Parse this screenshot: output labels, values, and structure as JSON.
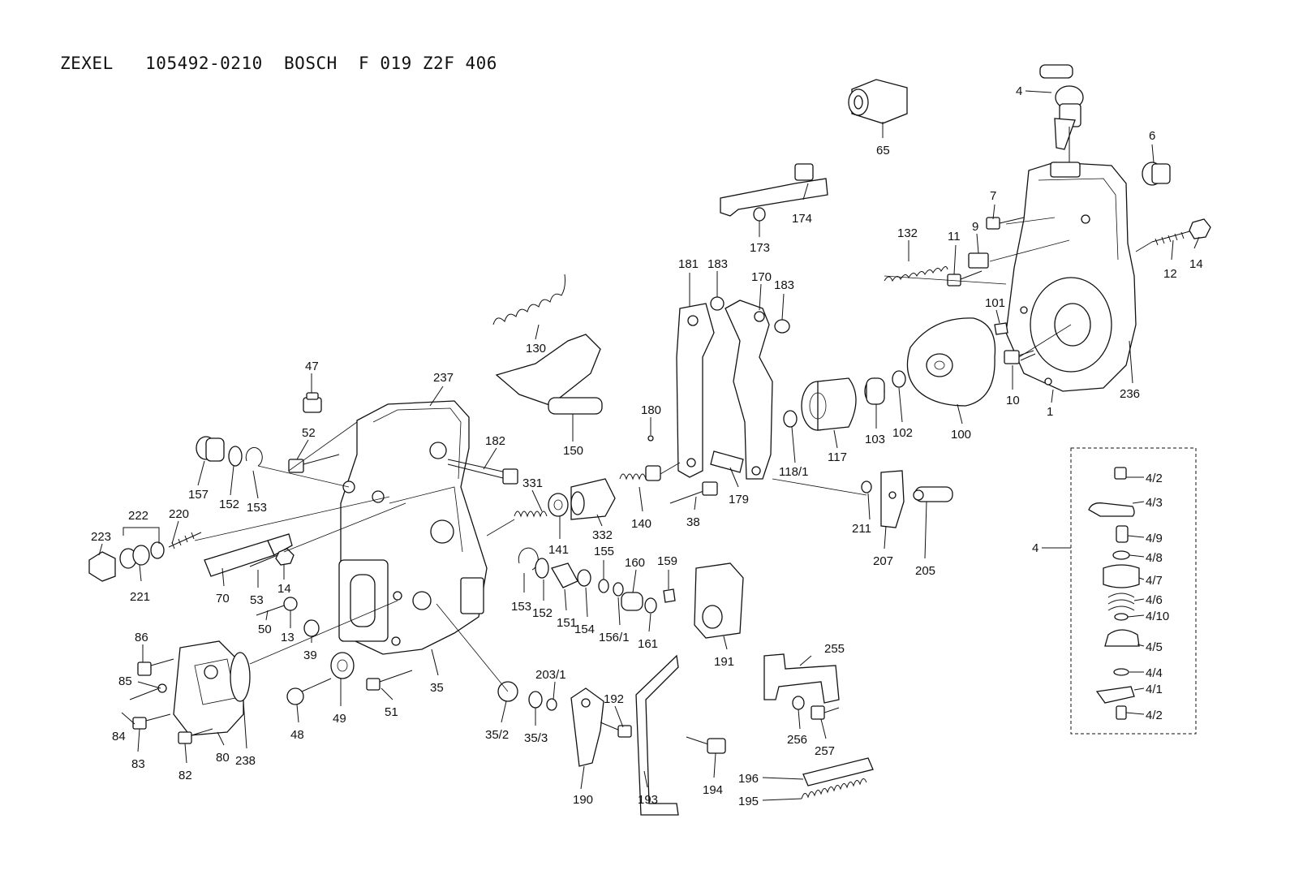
{
  "header": {
    "brand1": "ZEXEL",
    "part_number": "105492-0210",
    "brand2": "BOSCH",
    "ref_number": "F 019 Z2F 406"
  },
  "callouts": {
    "c4": "4",
    "c65": "65",
    "c6": "6",
    "c7": "7",
    "c9": "9",
    "c11": "11",
    "c12": "12",
    "c14a": "14",
    "c132": "132",
    "c101": "101",
    "c10": "10",
    "c236": "236",
    "c1": "1",
    "c100": "100",
    "c102": "102",
    "c103": "103",
    "c117": "117",
    "c118_1": "118/1",
    "c174": "174",
    "c173": "173",
    "c181": "181",
    "c183a": "183",
    "c170": "170",
    "c183b": "183",
    "c180": "180",
    "c179": "179",
    "c38": "38",
    "c130": "130",
    "c150": "150",
    "c182": "182",
    "c237": "237",
    "c47": "47",
    "c52": "52",
    "c157": "157",
    "c152a": "152",
    "c153a": "153",
    "c222": "222",
    "c220": "220",
    "c223": "223",
    "c221": "221",
    "c70": "70",
    "c53": "53",
    "c14b": "14",
    "c50": "50",
    "c13": "13",
    "c39": "39",
    "c331": "331",
    "c141": "141",
    "c332": "332",
    "c140": "140",
    "c211": "211",
    "c207": "207",
    "c205": "205",
    "c153b": "153",
    "c152b": "152",
    "c151": "151",
    "c154": "154",
    "c155": "155",
    "c156_1": "156/1",
    "c160": "160",
    "c161": "161",
    "c159": "159",
    "c191": "191",
    "c86": "86",
    "c85": "85",
    "c84": "84",
    "c83": "83",
    "c82": "82",
    "c80": "80",
    "c238": "238",
    "c48": "48",
    "c49": "49",
    "c51": "51",
    "c35": "35",
    "c35_2": "35/2",
    "c35_3": "35/3",
    "c203_1": "203/1",
    "c192": "192",
    "c190": "190",
    "c193": "193",
    "c194": "194",
    "c255": "255",
    "c256": "256",
    "c257": "257",
    "c196": "196",
    "c195": "195"
  },
  "inset": {
    "group_label": "4",
    "items": [
      "4/2",
      "4/3",
      "4/9",
      "4/8",
      "4/7",
      "4/6",
      "4/10",
      "4/5",
      "4/4",
      "4/1",
      "4/2"
    ]
  }
}
